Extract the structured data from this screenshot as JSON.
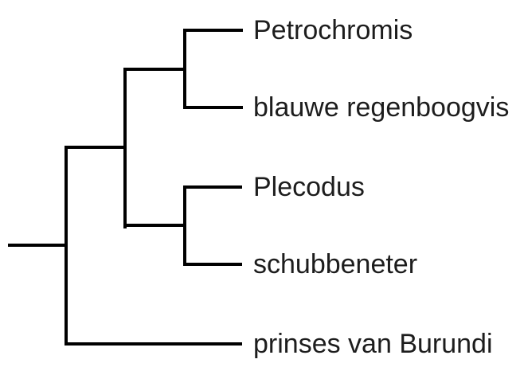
{
  "diagram": {
    "type": "cladogram",
    "orientation": "left-to-right",
    "newick": "(((Petrochromis, blauwe regenboogvis), (Plecodus, schubbeneter)), prinses van Burundi);",
    "taxa": [
      {
        "label": "Petrochromis"
      },
      {
        "label": "blauwe regenboogvis"
      },
      {
        "label": "Plecodus"
      },
      {
        "label": "schubbeneter"
      },
      {
        "label": "prinses van Burundi"
      }
    ],
    "clades": [
      {
        "members": [
          "Petrochromis",
          "blauwe regenboogvis"
        ]
      },
      {
        "members": [
          "Plecodus",
          "schubbeneter"
        ]
      },
      {
        "members": [
          "Petrochromis",
          "blauwe regenboogvis",
          "Plecodus",
          "schubbeneter"
        ]
      }
    ],
    "colors": {
      "line": "#000000",
      "text": "#1d1d1d",
      "background": "#ffffff"
    }
  }
}
